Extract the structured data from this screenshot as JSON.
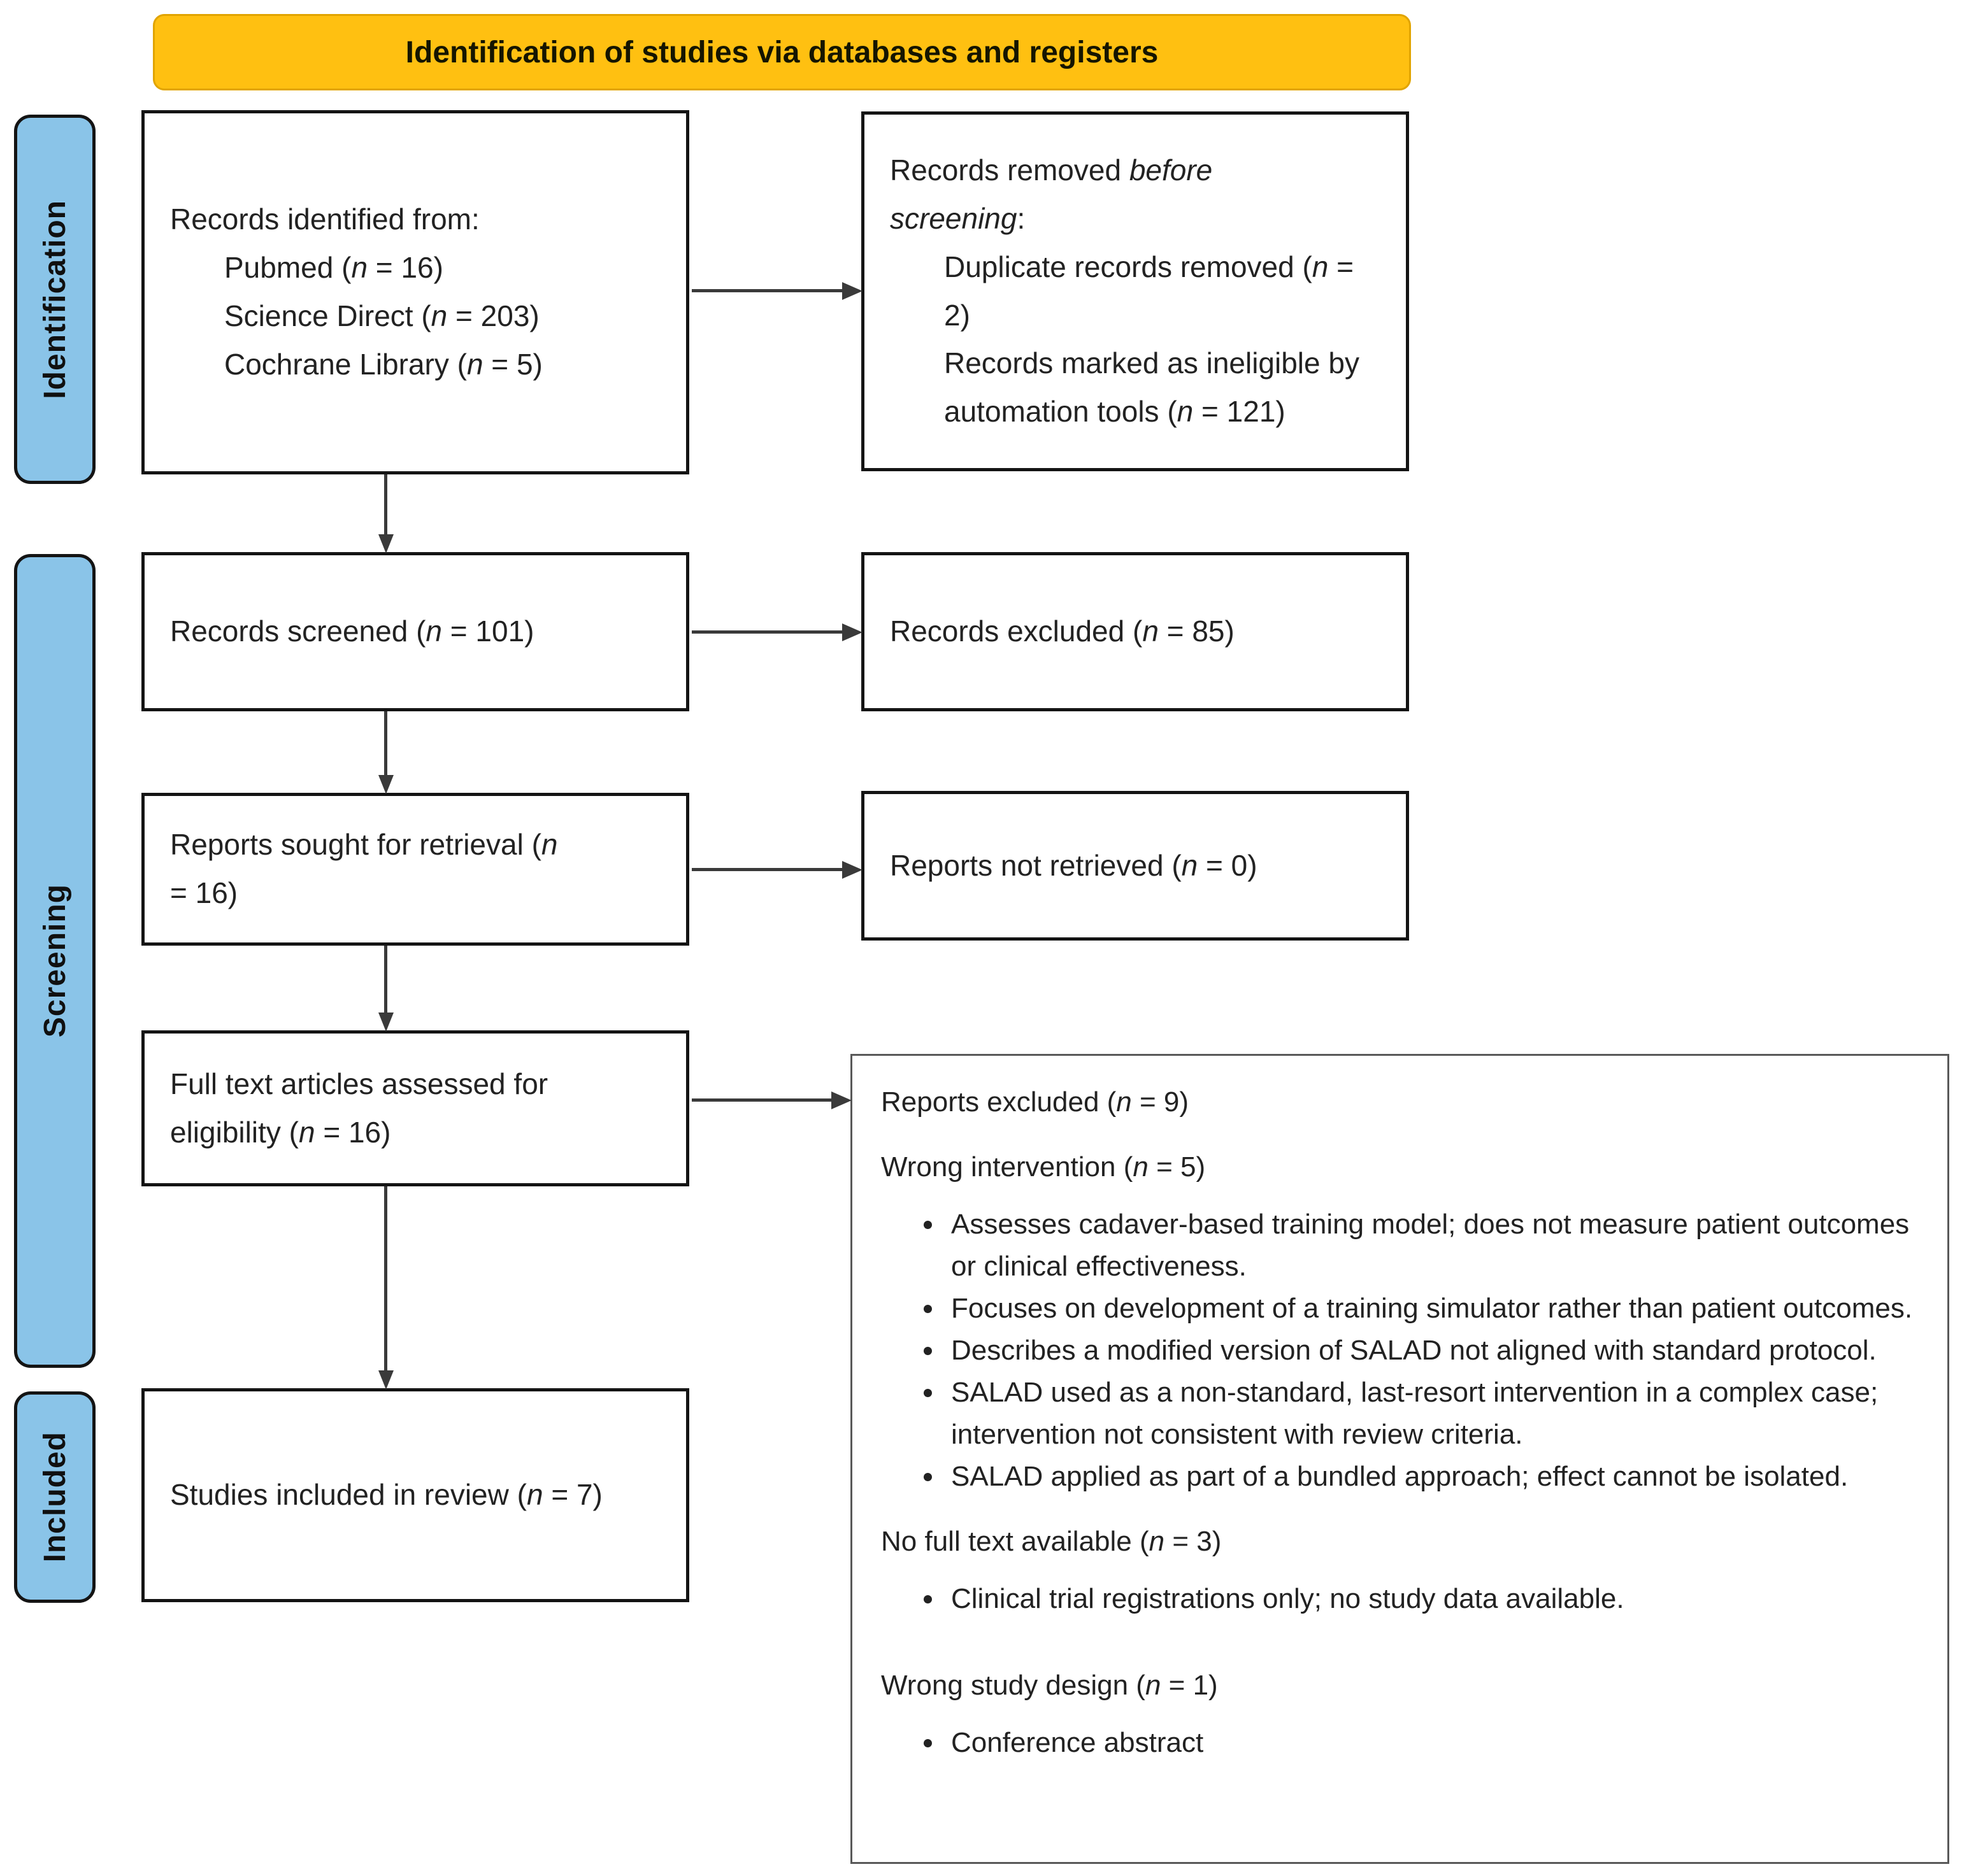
{
  "banner": {
    "title": "Identification of studies via databases and registers"
  },
  "stages": {
    "identification": "Identification",
    "screening": "Screening",
    "included": "Included"
  },
  "colors": {
    "banner_bg": "#FFC011",
    "banner_border": "#E1A400",
    "stage_bg": "#8AC4E8",
    "stage_border": "#141414",
    "box_border": "#141414",
    "detail_border": "#595959",
    "arrow": "#3A3A3A",
    "text": "#222222"
  },
  "boxes": {
    "records_identified": {
      "intro": "Records identified from:",
      "items": [
        "Pubmed (n = 16)",
        "Science Direct (n = 203)",
        "Cochrane Library (n = 5)"
      ]
    },
    "records_removed": {
      "intro": "Records removed *before screening*:",
      "items": [
        "Duplicate records removed  (n = 2)",
        "Records marked as ineligible by automation tools (n = 121)"
      ]
    },
    "records_screened": "Records screened (n = 101)",
    "records_excluded": "Records excluded (n = 85)",
    "reports_sought": "Reports sought for retrieval (n = 16)",
    "reports_not_retrieved": "Reports not retrieved (n = 0)",
    "full_text_assessed": "Full text articles assessed for eligibility (n = 16)",
    "studies_included": "Studies included in review (n = 7)",
    "reports_excluded_detail": {
      "title": "Reports excluded (n = 9)",
      "sections": [
        {
          "heading": "Wrong intervention (n = 5)",
          "bullets": [
            "Assesses cadaver-based training model; does not measure patient outcomes or clinical effectiveness.",
            "Focuses on development of a training simulator rather than patient outcomes.",
            "Describes a modified version of SALAD not aligned with standard protocol.",
            "SALAD used as a non-standard, last-resort intervention in a complex case; intervention not consistent with review criteria.",
            "SALAD applied as part of a bundled approach; effect cannot be isolated."
          ]
        },
        {
          "heading": "No full text available (n = 3)",
          "bullets": [
            "Clinical trial registrations only; no study data available."
          ]
        },
        {
          "heading": "Wrong study design (n = 1)",
          "bullets": [
            "Conference abstract"
          ]
        }
      ]
    }
  }
}
